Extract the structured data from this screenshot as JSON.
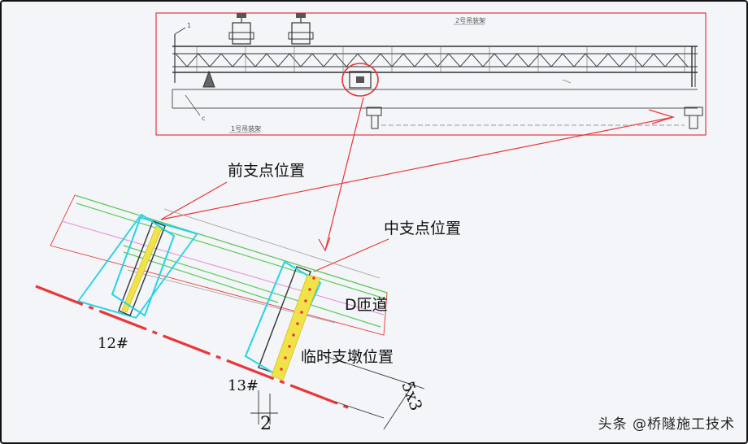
{
  "labels": {
    "front_support": "前支点位置",
    "middle_support": "中支点位置",
    "d_spacing": "D匝道",
    "temp_pier": "临时支墩位置",
    "pier_12": "12#",
    "pier_13": "13#",
    "dim_2": "2",
    "dim_5x3": "5x3",
    "top_label": "2号吊装架",
    "bottom_label": "1号吊装架"
  },
  "watermark": "头条 @桥隧施工技术",
  "colors": {
    "red": "#e8373a",
    "green": "#5bcb5b",
    "cyan": "#27d3e6",
    "yellow": "#f1e24a",
    "magenta": "#e78bd7",
    "gray": "#8f8f8f"
  }
}
